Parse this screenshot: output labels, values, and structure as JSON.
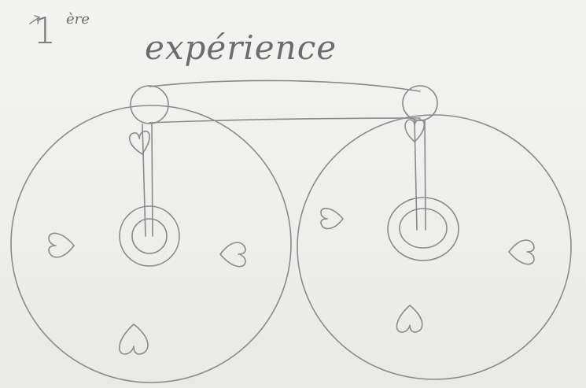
{
  "title": {
    "number": "1",
    "suffix": "ère",
    "word": "expérience"
  }
}
